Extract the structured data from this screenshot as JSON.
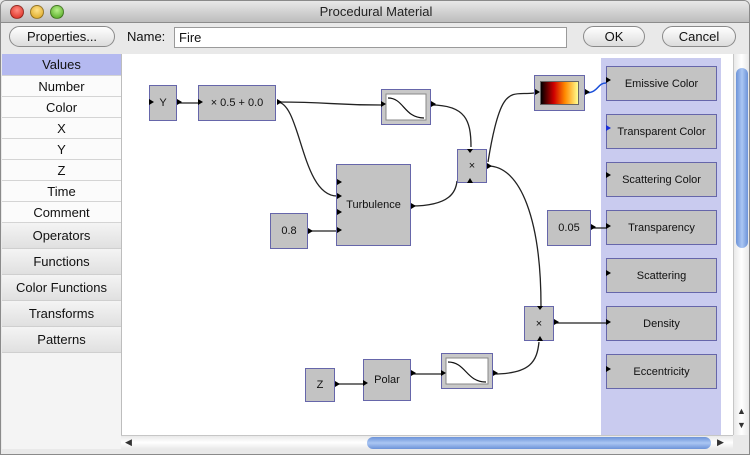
{
  "window": {
    "title": "Procedural Material"
  },
  "toolbar": {
    "properties_label": "Properties...",
    "name_label": "Name:",
    "name_value": "Fire",
    "ok_label": "OK",
    "cancel_label": "Cancel"
  },
  "sidebar": {
    "values_label": "Values",
    "items": [
      {
        "label": "Number"
      },
      {
        "label": "Color"
      },
      {
        "label": "X"
      },
      {
        "label": "Y"
      },
      {
        "label": "Z"
      },
      {
        "label": "Time"
      },
      {
        "label": "Comment"
      }
    ],
    "categories": [
      {
        "label": "Operators"
      },
      {
        "label": "Functions"
      },
      {
        "label": "Color Functions"
      },
      {
        "label": "Transforms"
      },
      {
        "label": "Patterns"
      }
    ]
  },
  "nodes": {
    "y": "Y",
    "scale": "× 0.5 + 0.0",
    "turbulence": "Turbulence",
    "const_08": "0.8",
    "multiply_top": "×",
    "multiply_bottom": "×",
    "z": "Z",
    "polar": "Polar",
    "const_005": "0.05"
  },
  "outputs": [
    {
      "label": "Emissive Color"
    },
    {
      "label": "Transparent Color"
    },
    {
      "label": "Scattering Color"
    },
    {
      "label": "Transparency"
    },
    {
      "label": "Scattering"
    },
    {
      "label": "Density"
    },
    {
      "label": "Eccentricity"
    }
  ],
  "colors": {
    "selected": "#b4b9f0",
    "output_panel": "#c9cbef",
    "node_fill": "#c3c3c3",
    "wire_blue": "#1a4fd9"
  }
}
